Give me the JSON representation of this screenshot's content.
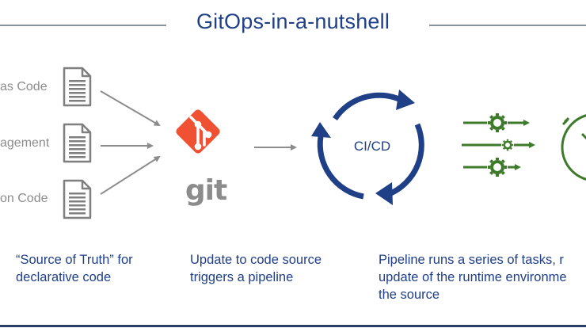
{
  "title": "GitOps-in-a-nutshell",
  "sources": [
    {
      "label": "as Code"
    },
    {
      "label": "agement"
    },
    {
      "label": "on Code"
    }
  ],
  "git": {
    "wordmark": "git"
  },
  "cicd": {
    "label": "CI/CD"
  },
  "captions": {
    "source_of_truth": [
      "“Source of Truth” for",
      "declarative code"
    ],
    "update": [
      "Update to code source",
      "triggers a pipeline"
    ],
    "pipeline": [
      "Pipeline runs a series of tasks, r",
      "update of the runtime environme",
      "the source"
    ]
  },
  "colors": {
    "title": "#1f3f87",
    "accent_blue": "#1f3f87",
    "git_red": "#f05133",
    "gear_green": "#3d7a2a",
    "gray": "#8c8c8c"
  },
  "icons": [
    "document-icon",
    "git-logo-icon",
    "cycle-arrows-icon",
    "gear-icon",
    "stopwatch-icon"
  ]
}
